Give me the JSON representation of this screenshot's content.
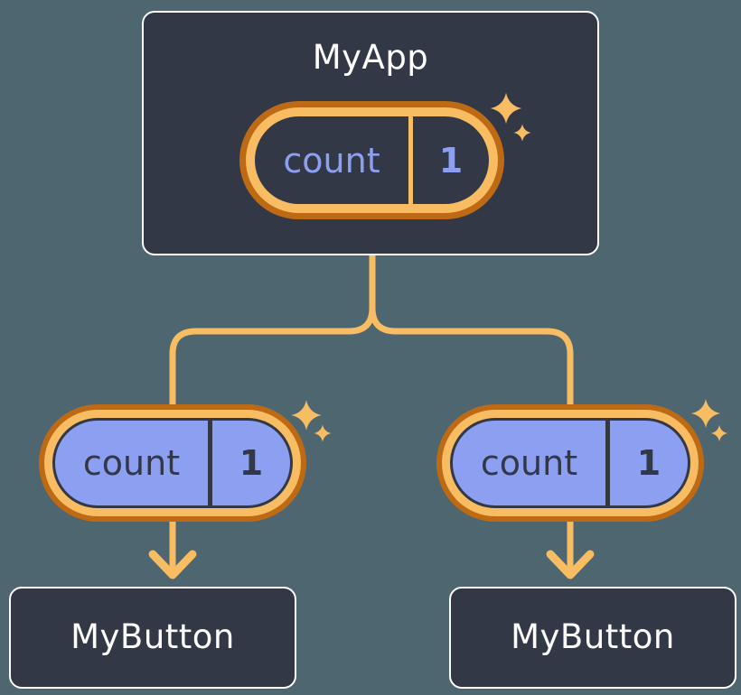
{
  "diagram": {
    "root": {
      "label": "MyApp",
      "state": {
        "name": "count",
        "value": "1"
      }
    },
    "children": [
      {
        "label": "MyButton",
        "state": {
          "name": "count",
          "value": "1"
        }
      },
      {
        "label": "MyButton",
        "state": {
          "name": "count",
          "value": "1"
        }
      }
    ]
  },
  "icons": {
    "sparkle": "sparkle-icon",
    "arrow_down": "arrow-down-icon"
  },
  "colors": {
    "background": "#4D6670",
    "component_fill": "#333846",
    "component_border": "#FFFFFF",
    "component_text": "#FFFFFF",
    "state_fill_purple": "#8C9FF0",
    "state_text_purple": "#8C9FF0",
    "state_text_dark": "#333846",
    "ring_light_orange": "#F8BC62",
    "ring_dark_orange": "#BE6A15",
    "connector_orange": "#F8BC62"
  }
}
